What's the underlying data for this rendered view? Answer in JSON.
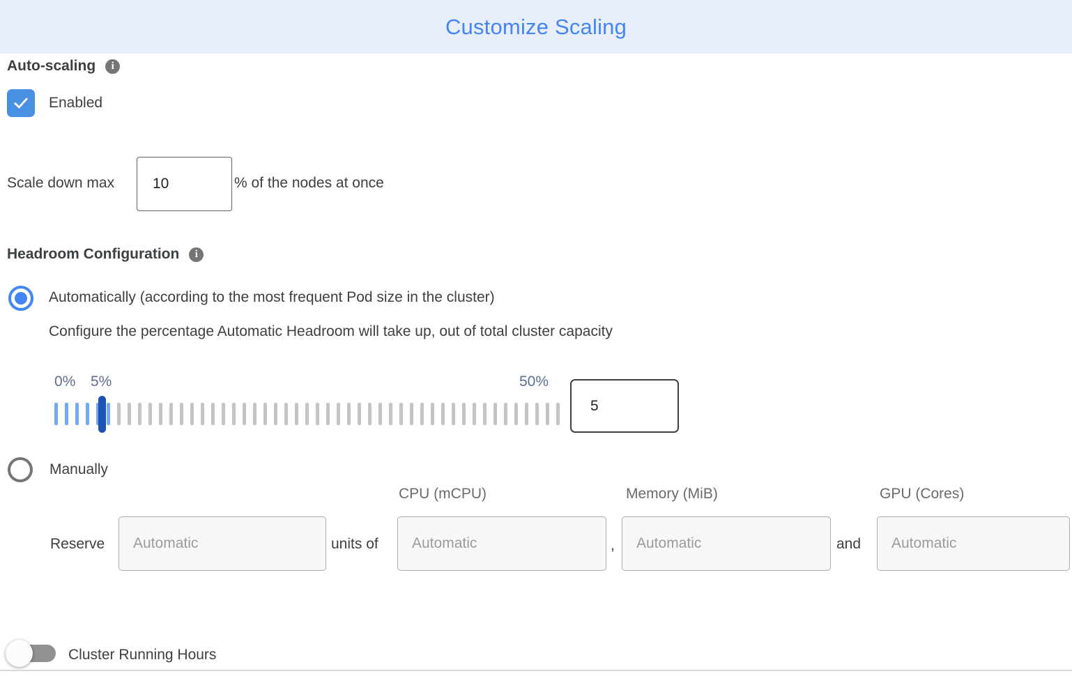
{
  "header": {
    "title": "Customize Scaling"
  },
  "autoscaling": {
    "label": "Auto-scaling",
    "enabled_label": "Enabled",
    "checked": true
  },
  "scale_down": {
    "prefix": "Scale down max",
    "value": "10",
    "suffix": "% of the nodes at once"
  },
  "headroom": {
    "label": "Headroom Configuration",
    "auto_option": "Automatically (according to the most frequent Pod size in the cluster)",
    "auto_description": "Configure the percentage Automatic Headroom will take up, out of total cluster capacity",
    "auto_selected": true,
    "manual_option": "Manually",
    "slider": {
      "min_label": "0%",
      "handle_label": "5%",
      "max_label": "50%",
      "value": "5",
      "tick_count": 49,
      "active_ticks": 6
    }
  },
  "manual_reserve": {
    "columns": [
      "CPU (mCPU)",
      "Memory (MiB)",
      "GPU (Cores)"
    ],
    "reserve_label": "Reserve",
    "units_of_label": "units of",
    "comma": ",",
    "and_label": "and",
    "placeholders": {
      "reserve": "Automatic",
      "cpu": "Automatic",
      "memory": "Automatic",
      "gpu": "Automatic"
    }
  },
  "cluster_running_hours": {
    "label": "Cluster Running Hours",
    "enabled": false
  },
  "colors": {
    "header_bg": "#e8eefc",
    "title_blue": "#4285f4",
    "text_dark": "#3c4043",
    "slider_label": "#5c6e91",
    "tick_blue": "#74a9f5",
    "tick_gray": "#c4c4c4",
    "handle_blue": "#1e53b4",
    "checkbox_blue": "#4a90e2",
    "radio_blue": "#4285f4",
    "radio_gray": "#757575",
    "info_gray": "#757575",
    "input_border_dark": "#5f6368",
    "input_bg_gray": "#f7f7f7",
    "input_border_gray": "#ababab",
    "placeholder_gray": "#9b9b9b",
    "toggle_track": "#919191",
    "divider": "#dadada"
  }
}
